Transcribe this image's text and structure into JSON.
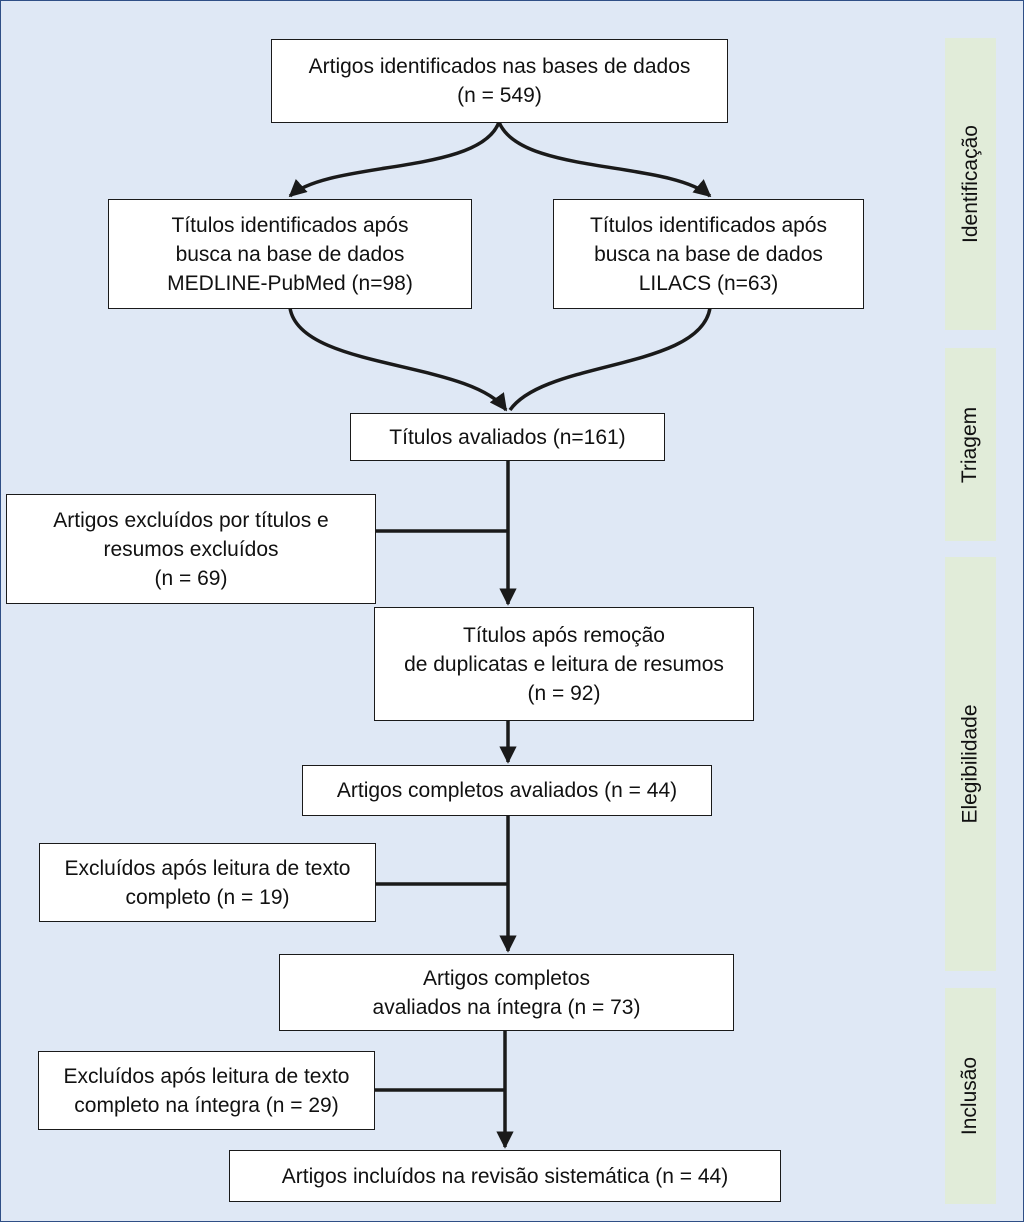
{
  "colors": {
    "background": "#dfe8f5",
    "box_fill": "#ffffff",
    "stage_fill": "#e1ecd9",
    "line": "#1a1a1a"
  },
  "boxes": {
    "identified": {
      "line1": "Artigos identificados nas bases de dados",
      "line2": "(n = 549)"
    },
    "medline": {
      "line1": "Títulos identificados após",
      "line2": "busca na base de dados",
      "line3": "MEDLINE-PubMed (n=98)"
    },
    "lilacs": {
      "line1": "Títulos identificados após",
      "line2": "busca na base de dados",
      "line3": "LILACS  (n=63)"
    },
    "evaluated_titles": {
      "line1": "Títulos avaliados (n=161)"
    },
    "excluded_titles": {
      "line1": "Artigos excluídos por títulos e",
      "line2": "resumos excluídos",
      "line3": "(n = 69)"
    },
    "after_duplicates": {
      "line1": "Títulos após remoção",
      "line2": "de duplicatas e leitura de resumos",
      "line3": "(n = 92)"
    },
    "full_evaluated": {
      "line1": "Artigos completos avaliados (n = 44)"
    },
    "excluded_full": {
      "line1": "Excluídos após leitura de texto",
      "line2": "completo (n = 19)"
    },
    "full_integral": {
      "line1": "Artigos completos",
      "line2": "avaliados na íntegra (n = 73)"
    },
    "excluded_integral": {
      "line1": "Excluídos após leitura de texto",
      "line2": "completo na íntegra (n = 29)"
    },
    "included": {
      "line1": "Artigos incluídos na revisão sistemática (n = 44)"
    }
  },
  "stages": {
    "identification": "Identificação",
    "screening": "Triagem",
    "eligibility": "Elegibilidade",
    "inclusion": "Inclusão"
  }
}
